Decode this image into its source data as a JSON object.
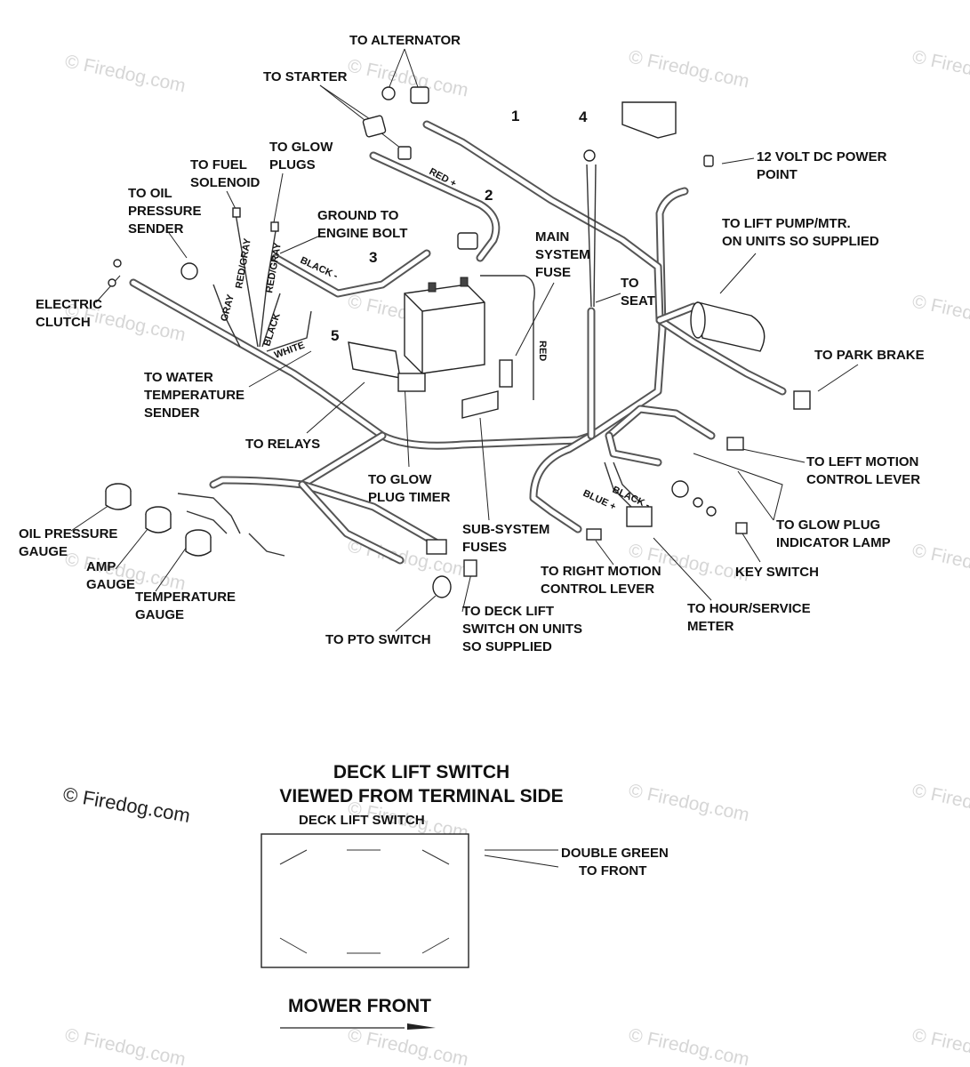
{
  "diagram": {
    "labels": {
      "to_alternator": "TO ALTERNATOR",
      "to_starter": "TO STARTER",
      "to_glow_plugs_1": "TO GLOW",
      "to_glow_plugs_2": "PLUGS",
      "to_fuel_solenoid_1": "TO FUEL",
      "to_fuel_solenoid_2": "SOLENOID",
      "to_oil_pressure_sender_1": "TO OIL",
      "to_oil_pressure_sender_2": "PRESSURE",
      "to_oil_pressure_sender_3": "SENDER",
      "ground_to_engine_bolt_1": "GROUND TO",
      "ground_to_engine_bolt_2": "ENGINE BOLT",
      "electric_clutch_1": "ELECTRIC",
      "electric_clutch_2": "CLUTCH",
      "to_water_temp_sender_1": "TO WATER",
      "to_water_temp_sender_2": "TEMPERATURE",
      "to_water_temp_sender_3": "SENDER",
      "to_relays": "TO RELAYS",
      "to_glow_plug_timer_1": "TO GLOW",
      "to_glow_plug_timer_2": "PLUG TIMER",
      "main_system_fuse_1": "MAIN",
      "main_system_fuse_2": "SYSTEM",
      "main_system_fuse_3": "FUSE",
      "to_seat_1": "TO",
      "to_seat_2": "SEAT",
      "power_point_1": "12 VOLT DC POWER",
      "power_point_2": "POINT",
      "lift_pump_1": "TO LIFT PUMP/MTR.",
      "lift_pump_2": "ON UNITS SO SUPPLIED",
      "to_park_brake": "TO PARK BRAKE",
      "left_motion_1": "TO LEFT MOTION",
      "left_motion_2": "CONTROL LEVER",
      "glow_lamp_1": "TO GLOW PLUG",
      "glow_lamp_2": "INDICATOR LAMP",
      "key_switch": "KEY SWITCH",
      "hour_meter_1": "TO HOUR/SERVICE",
      "hour_meter_2": "METER",
      "right_motion_1": "TO RIGHT MOTION",
      "right_motion_2": "CONTROL LEVER",
      "sub_system_fuses_1": "SUB-SYSTEM",
      "sub_system_fuses_2": "FUSES",
      "deck_lift_1": "TO DECK LIFT",
      "deck_lift_2": "SWITCH ON UNITS",
      "deck_lift_3": "SO SUPPLIED",
      "to_pto_switch": "TO PTO SWITCH",
      "oil_gauge_1": "OIL PRESSURE",
      "oil_gauge_2": "GAUGE",
      "amp_gauge_1": "AMP",
      "amp_gauge_2": "GAUGE",
      "temp_gauge_1": "TEMPERATURE",
      "temp_gauge_2": "GAUGE"
    },
    "wire_labels": {
      "red_plus": "RED +",
      "red_gray": "RED/GRAY",
      "gray": "GRAY",
      "black_minus": "BLACK -",
      "black": "BLACK",
      "white": "WHITE",
      "red": "RED",
      "black_minus_2": "BLACK -",
      "blue_plus": "BLUE +"
    },
    "callouts": [
      "1",
      "2",
      "3",
      "4",
      "5"
    ],
    "deck_switch": {
      "title_1": "DECK LIFT SWITCH",
      "title_2": "VIEWED FROM TERMINAL SIDE",
      "box_label": "DECK LIFT SWITCH",
      "double_green_1": "DOUBLE GREEN",
      "double_green_2": "TO FRONT",
      "mower_front": "MOWER FRONT"
    },
    "watermark": "© Firedog.com"
  }
}
